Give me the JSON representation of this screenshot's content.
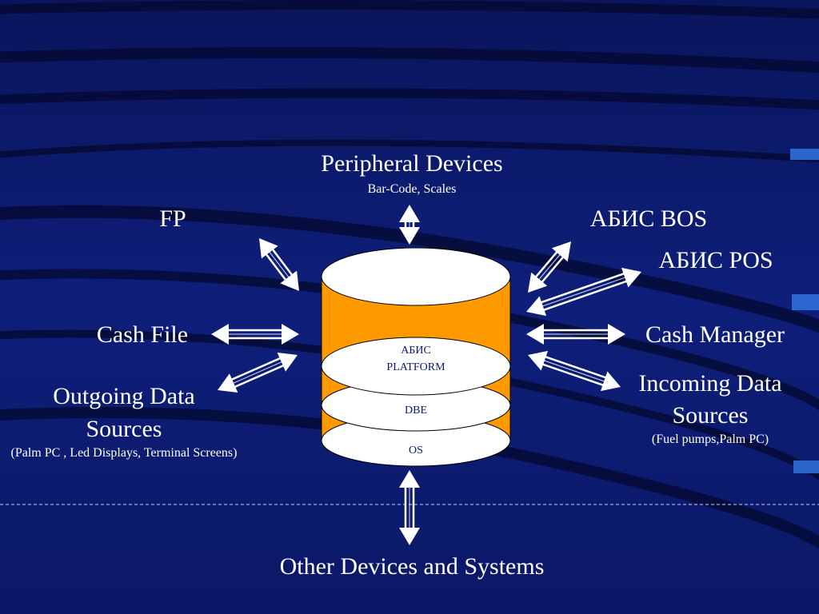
{
  "colors": {
    "background": "#0c1a6e",
    "cylinder_body": "#ff9900",
    "layer_fill": "#ffffff",
    "text": "#ffffff"
  },
  "nodes": {
    "peripheral": {
      "title": "Peripheral Devices",
      "subtitle": "Bar-Code, Scales"
    },
    "fp": {
      "title": "FP"
    },
    "abis_bos": {
      "title": "АБИС BOS"
    },
    "abis_pos": {
      "title": "АБИС POS"
    },
    "cash_file": {
      "title": "Cash File"
    },
    "cash_manager": {
      "title": "Cash Manager"
    },
    "outgoing": {
      "title_line1": "Outgoing Data",
      "title_line2": "Sources",
      "subtitle": "(Palm PC , Led Displays, Terminal Screens)"
    },
    "incoming": {
      "title_line1": "Incoming Data",
      "title_line2": "Sources",
      "subtitle": "(Fuel pumps,Palm PC)"
    },
    "other": {
      "title": "Other Devices and Systems"
    }
  },
  "cylinder": {
    "layers": [
      {
        "line1": "АБИС",
        "line2": "PLATFORM"
      },
      {
        "line1": "DBE"
      },
      {
        "line1": "OS"
      }
    ]
  },
  "edges": [
    {
      "from": "cylinder",
      "to": "peripheral",
      "direction": "both"
    },
    {
      "from": "cylinder",
      "to": "fp",
      "direction": "both"
    },
    {
      "from": "cylinder",
      "to": "abis_bos",
      "direction": "both"
    },
    {
      "from": "cylinder",
      "to": "abis_pos",
      "direction": "both"
    },
    {
      "from": "cylinder",
      "to": "cash_file",
      "direction": "both"
    },
    {
      "from": "cylinder",
      "to": "cash_manager",
      "direction": "both"
    },
    {
      "from": "cylinder",
      "to": "outgoing",
      "direction": "both"
    },
    {
      "from": "cylinder",
      "to": "incoming",
      "direction": "both"
    },
    {
      "from": "cylinder",
      "to": "other",
      "direction": "both"
    }
  ]
}
